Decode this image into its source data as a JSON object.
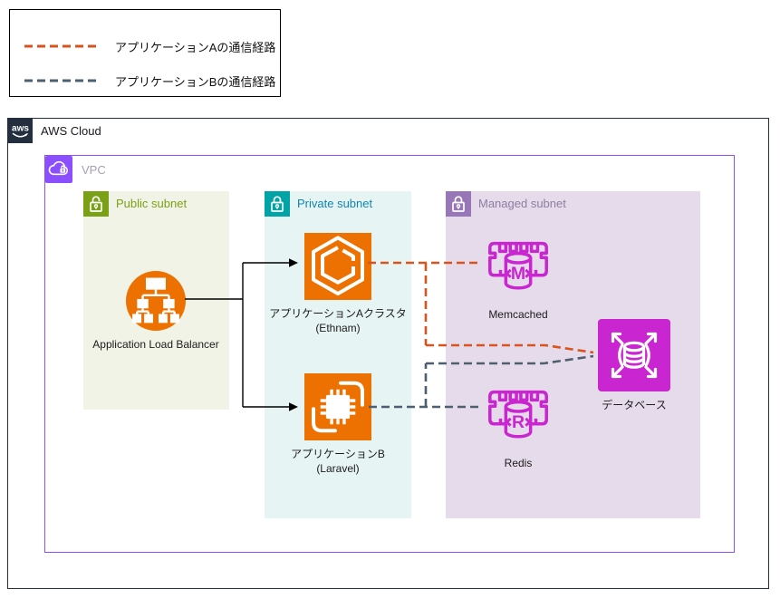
{
  "legend": {
    "items": [
      {
        "label": "アプリケーションAの通信経路",
        "color": "#D9531E"
      },
      {
        "label": "アプリケーションBの通信経路",
        "color": "#4D5F70"
      }
    ]
  },
  "aws_cloud": {
    "title": "AWS Cloud",
    "logo_text": "aws"
  },
  "vpc": {
    "title": "VPC"
  },
  "subnets": {
    "public": {
      "title": "Public subnet",
      "icon_color": "#7AA116",
      "bg": "#F1F3E6"
    },
    "private": {
      "title": "Private subnet",
      "icon_color": "#00A4A6",
      "bg": "#E6F4F4"
    },
    "managed": {
      "title": "Managed subnet",
      "icon_color": "#9877B8",
      "bg": "#E6DBEA"
    }
  },
  "nodes": {
    "alb": {
      "label": "Application Load Balancer"
    },
    "app_a": {
      "label": "アプリケーションAクラスタ",
      "sublabel": "(Ethnam)"
    },
    "app_b": {
      "label": "アプリケーションB",
      "sublabel": "(Laravel)"
    },
    "memcached": {
      "label": "Memcached",
      "letter": "M"
    },
    "redis": {
      "label": "Redis",
      "letter": "R"
    },
    "database": {
      "label": "データベース"
    }
  },
  "colors": {
    "path_a": "#D9531E",
    "path_b": "#4D5F70",
    "connector": "#000000",
    "compute_orange": "#ED7100",
    "cache_magenta": "#C925D1",
    "vpc_border": "#8C4FFF",
    "aws_border": "#232F3E"
  }
}
